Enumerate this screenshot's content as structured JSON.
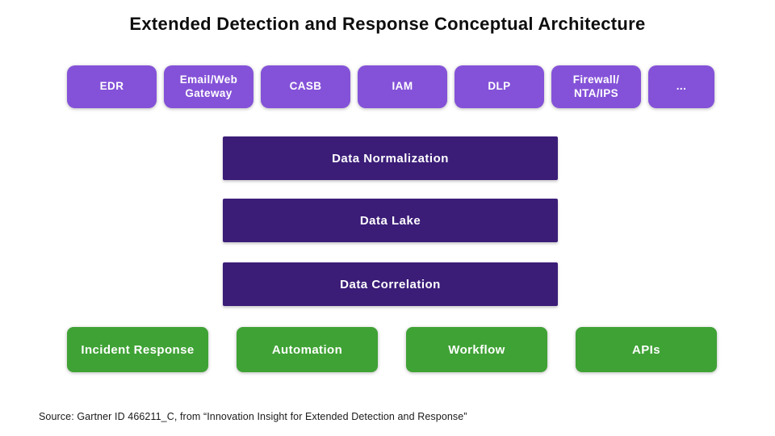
{
  "title": "Extended Detection and Response Conceptual Architecture",
  "colors": {
    "telemetry_box": "#8452d8",
    "pipeline_bar": "#3b1d78",
    "capability_box": "#3fa235",
    "box_text": "#ffffff",
    "title_text": "#0e0e0e"
  },
  "telemetry_sources": {
    "items": [
      {
        "label": "EDR"
      },
      {
        "label": "Email/Web\nGateway"
      },
      {
        "label": "CASB"
      },
      {
        "label": "IAM"
      },
      {
        "label": "DLP"
      },
      {
        "label": "Firewall/\nNTA/IPS"
      },
      {
        "label": "..."
      }
    ]
  },
  "pipeline": {
    "layers": [
      {
        "label": "Data Normalization"
      },
      {
        "label": "Data Lake"
      },
      {
        "label": "Data Correlation"
      }
    ]
  },
  "capabilities": {
    "items": [
      {
        "label": "Incident Response"
      },
      {
        "label": "Automation"
      },
      {
        "label": "Workflow"
      },
      {
        "label": "APIs"
      }
    ]
  },
  "footer": {
    "source_text": "Source: Gartner ID 466211_C, from “Innovation Insight for Extended Detection and Response”"
  }
}
